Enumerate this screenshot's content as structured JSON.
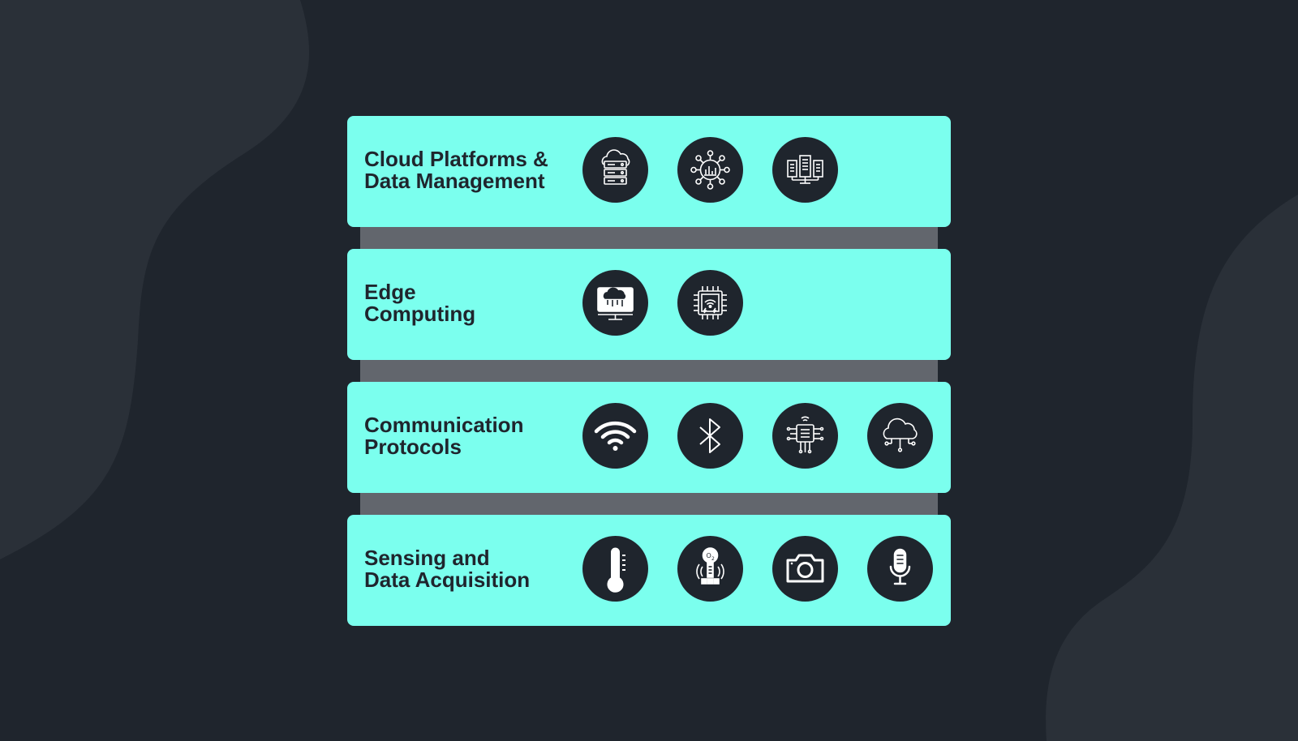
{
  "colors": {
    "background": "#1f252d",
    "background_blob": "#2a3038",
    "layer_fill": "#7bffee",
    "connector": "#62666d",
    "icon_circle": "#1f252d",
    "icon_stroke": "#ffffff",
    "text": "#1f252d"
  },
  "layers": [
    {
      "title": "Cloud Platforms &\nData Management",
      "icons": [
        "cloud-server-icon",
        "network-analytics-icon",
        "server-network-icon"
      ]
    },
    {
      "title": "Edge\nComputing",
      "icons": [
        "cloud-computer-icon",
        "edge-chip-icon"
      ]
    },
    {
      "title": "Communication\nProtocols",
      "icons": [
        "wifi-icon",
        "bluetooth-icon",
        "wireless-chip-icon",
        "cloud-network-icon"
      ]
    },
    {
      "title": "Sensing and\nData Acquisition",
      "icons": [
        "thermometer-icon",
        "oxygen-sensor-icon",
        "camera-icon",
        "microphone-icon"
      ]
    }
  ]
}
